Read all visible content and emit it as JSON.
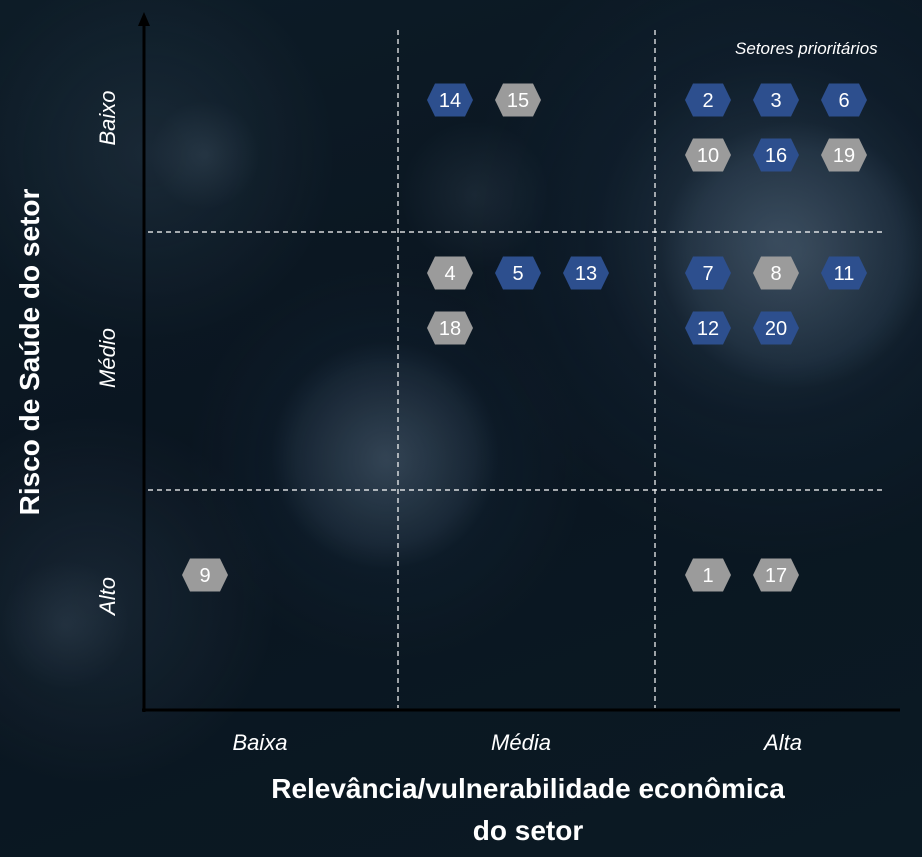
{
  "axes": {
    "y_title": "Risco de Saúde  do setor",
    "x_title_line1": "Relevância/vulnerabilidade econômica",
    "x_title_line2": "do setor",
    "y_categories": [
      "Baixo",
      "Médio",
      "Alto"
    ],
    "x_categories": [
      "Baixa",
      "Média",
      "Alta"
    ]
  },
  "priority_label": "Setores prioritários",
  "colors": {
    "blue": "#2d4f8e",
    "gray": "#9b9b9b",
    "axis": "#000000",
    "divider": "#ffffff"
  },
  "chart_data": {
    "type": "matrix",
    "x_levels": [
      "Baixa",
      "Média",
      "Alta"
    ],
    "y_levels": [
      "Baixo",
      "Médio",
      "Alto"
    ],
    "sectors": [
      {
        "id": "14",
        "x": "Média",
        "y": "Baixo",
        "color": "blue"
      },
      {
        "id": "15",
        "x": "Média",
        "y": "Baixo",
        "color": "gray"
      },
      {
        "id": "2",
        "x": "Alta",
        "y": "Baixo",
        "color": "blue"
      },
      {
        "id": "3",
        "x": "Alta",
        "y": "Baixo",
        "color": "blue"
      },
      {
        "id": "6",
        "x": "Alta",
        "y": "Baixo",
        "color": "blue"
      },
      {
        "id": "10",
        "x": "Alta",
        "y": "Baixo",
        "color": "gray"
      },
      {
        "id": "16",
        "x": "Alta",
        "y": "Baixo",
        "color": "blue"
      },
      {
        "id": "19",
        "x": "Alta",
        "y": "Baixo",
        "color": "gray"
      },
      {
        "id": "4",
        "x": "Média",
        "y": "Médio",
        "color": "gray"
      },
      {
        "id": "5",
        "x": "Média",
        "y": "Médio",
        "color": "blue"
      },
      {
        "id": "13",
        "x": "Média",
        "y": "Médio",
        "color": "blue"
      },
      {
        "id": "18",
        "x": "Média",
        "y": "Médio",
        "color": "gray"
      },
      {
        "id": "7",
        "x": "Alta",
        "y": "Médio",
        "color": "blue"
      },
      {
        "id": "8",
        "x": "Alta",
        "y": "Médio",
        "color": "gray"
      },
      {
        "id": "11",
        "x": "Alta",
        "y": "Médio",
        "color": "blue"
      },
      {
        "id": "12",
        "x": "Alta",
        "y": "Médio",
        "color": "blue"
      },
      {
        "id": "20",
        "x": "Alta",
        "y": "Médio",
        "color": "blue"
      },
      {
        "id": "9",
        "x": "Baixa",
        "y": "Alto",
        "color": "gray"
      },
      {
        "id": "1",
        "x": "Alta",
        "y": "Alto",
        "color": "gray"
      },
      {
        "id": "17",
        "x": "Alta",
        "y": "Alto",
        "color": "gray"
      }
    ]
  }
}
